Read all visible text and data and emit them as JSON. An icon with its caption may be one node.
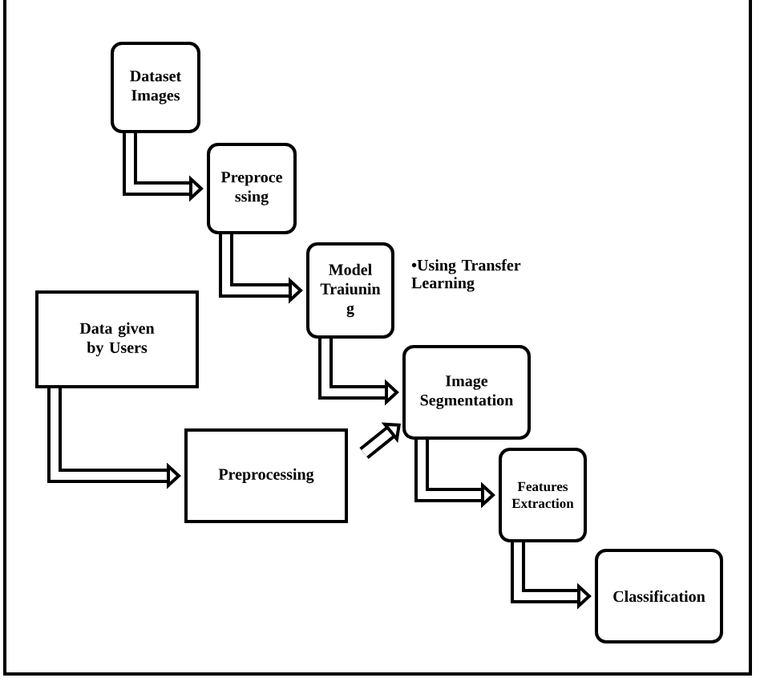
{
  "diagram": {
    "nodes": [
      {
        "text": [
          "Dataset Images"
        ]
      },
      {
        "text": [
          "Preproce ssing"
        ]
      },
      {
        "text": [
          "Model Traiunin g"
        ],
        "beside": [
          "•Using Transfer Learning"
        ]
      },
      {
        "text": [
          "Data given by Users"
        ]
      },
      {
        "text": [
          "Preprocessing"
        ]
      },
      {
        "text": [
          "Image Segmentation"
        ]
      },
      {
        "text": [
          "Features Extraction"
        ]
      },
      {
        "text": [
          "Classification"
        ]
      }
    ],
    "edges": [
      {
        "from": 0,
        "to": 1,
        "arrow": "to"
      },
      {
        "from": 1,
        "to": 2,
        "arrow": "to"
      },
      {
        "from": 2,
        "to": 5,
        "arrow": "to"
      },
      {
        "from": 3,
        "to": 4,
        "arrow": "to"
      },
      {
        "from": 4,
        "to": 5,
        "arrow": "to"
      },
      {
        "from": 5,
        "to": 6,
        "arrow": "to"
      },
      {
        "from": 6,
        "to": 7,
        "arrow": "to"
      }
    ]
  }
}
